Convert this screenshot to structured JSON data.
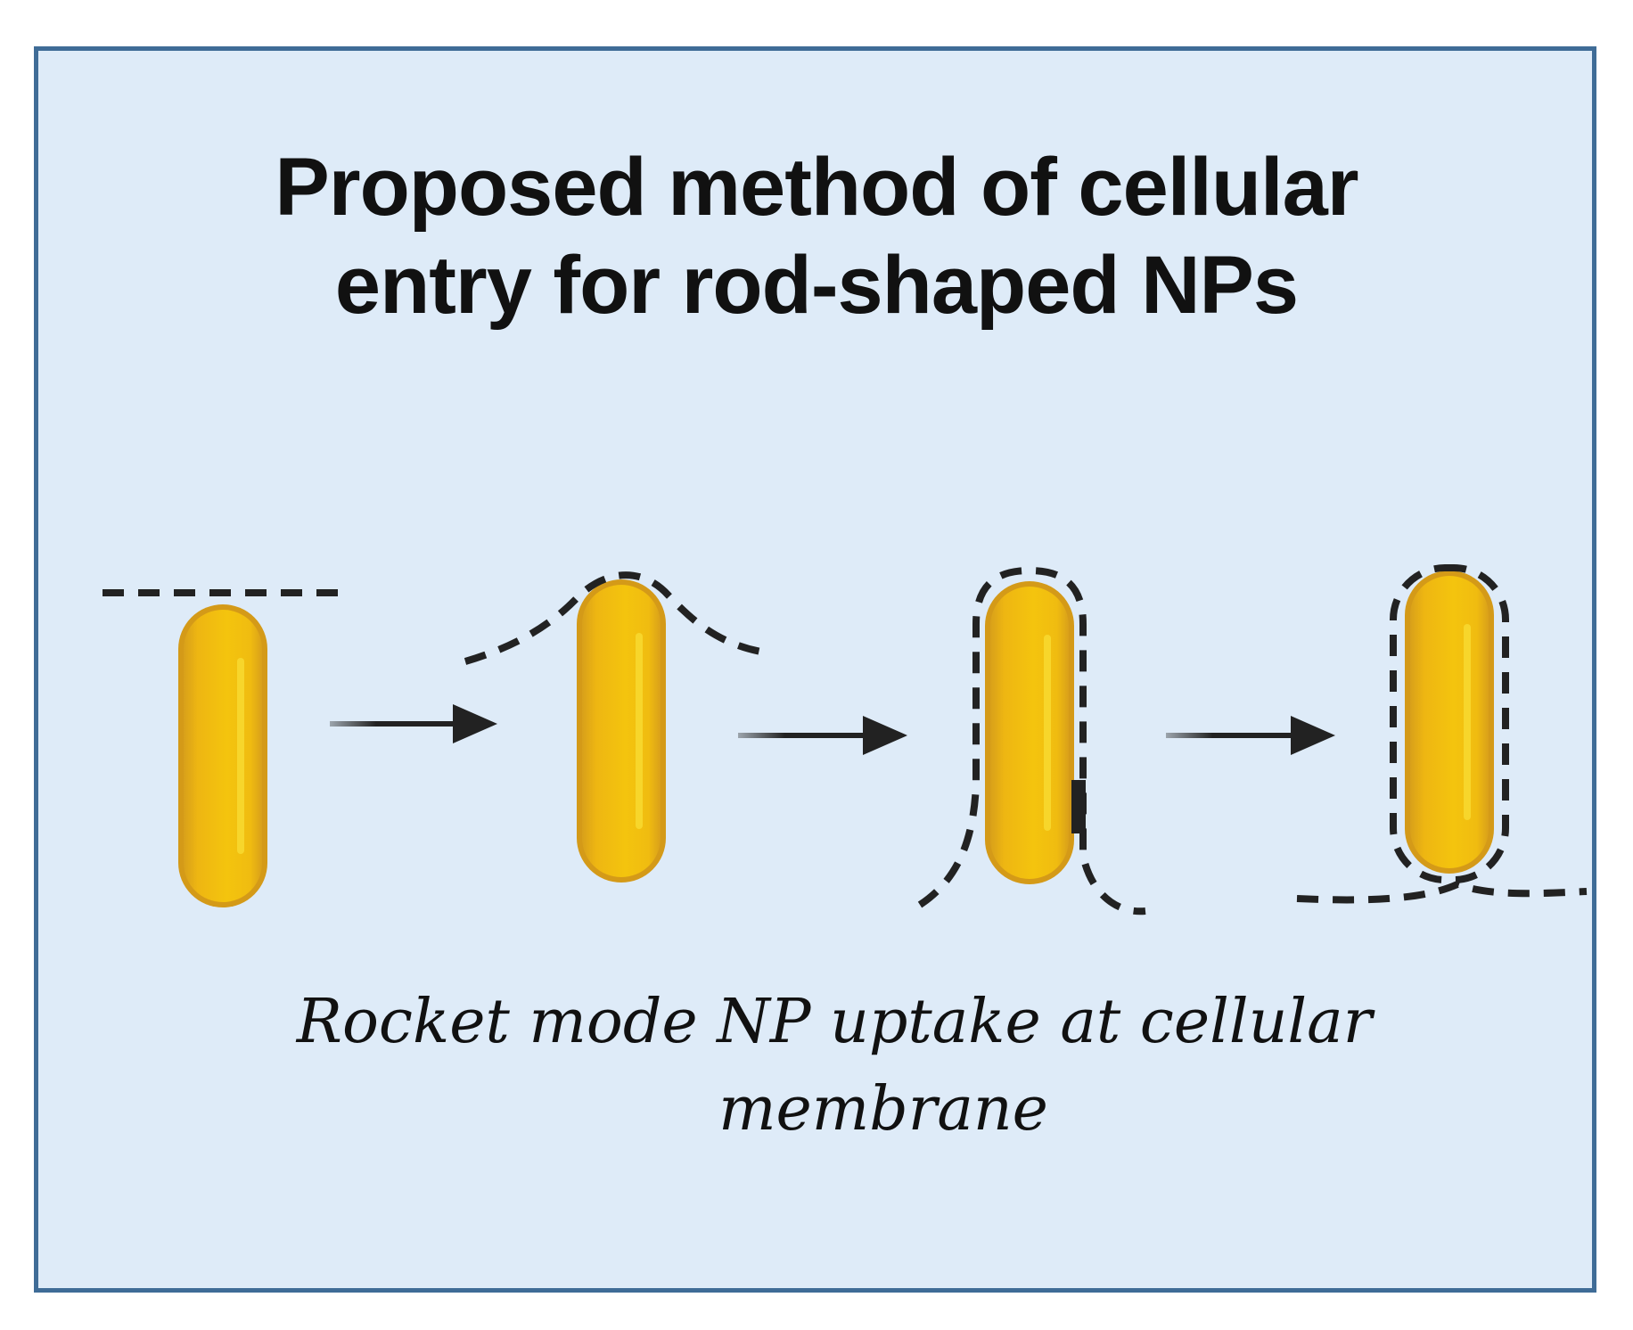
{
  "title": {
    "line1": "Proposed method of  cellular",
    "line2": "entry for rod-shaped NPs"
  },
  "caption": {
    "line1": "Rocket mode NP uptake at  cellular",
    "line2": "membrane"
  },
  "colors": {
    "frame_background": "#deebf8",
    "frame_border": "#3f6c97",
    "rod_gold": "#f0c010",
    "rod_edge": "#d49a18",
    "membrane": "#222222",
    "arrow": "#222222"
  },
  "stages": [
    {
      "step": 1,
      "membrane_state": "flat membrane above rod"
    },
    {
      "step": 2,
      "membrane_state": "membrane bending over rod tip"
    },
    {
      "step": 3,
      "membrane_state": "membrane wrapping rod"
    },
    {
      "step": 4,
      "membrane_state": "rod fully enclosed and internalized"
    }
  ]
}
